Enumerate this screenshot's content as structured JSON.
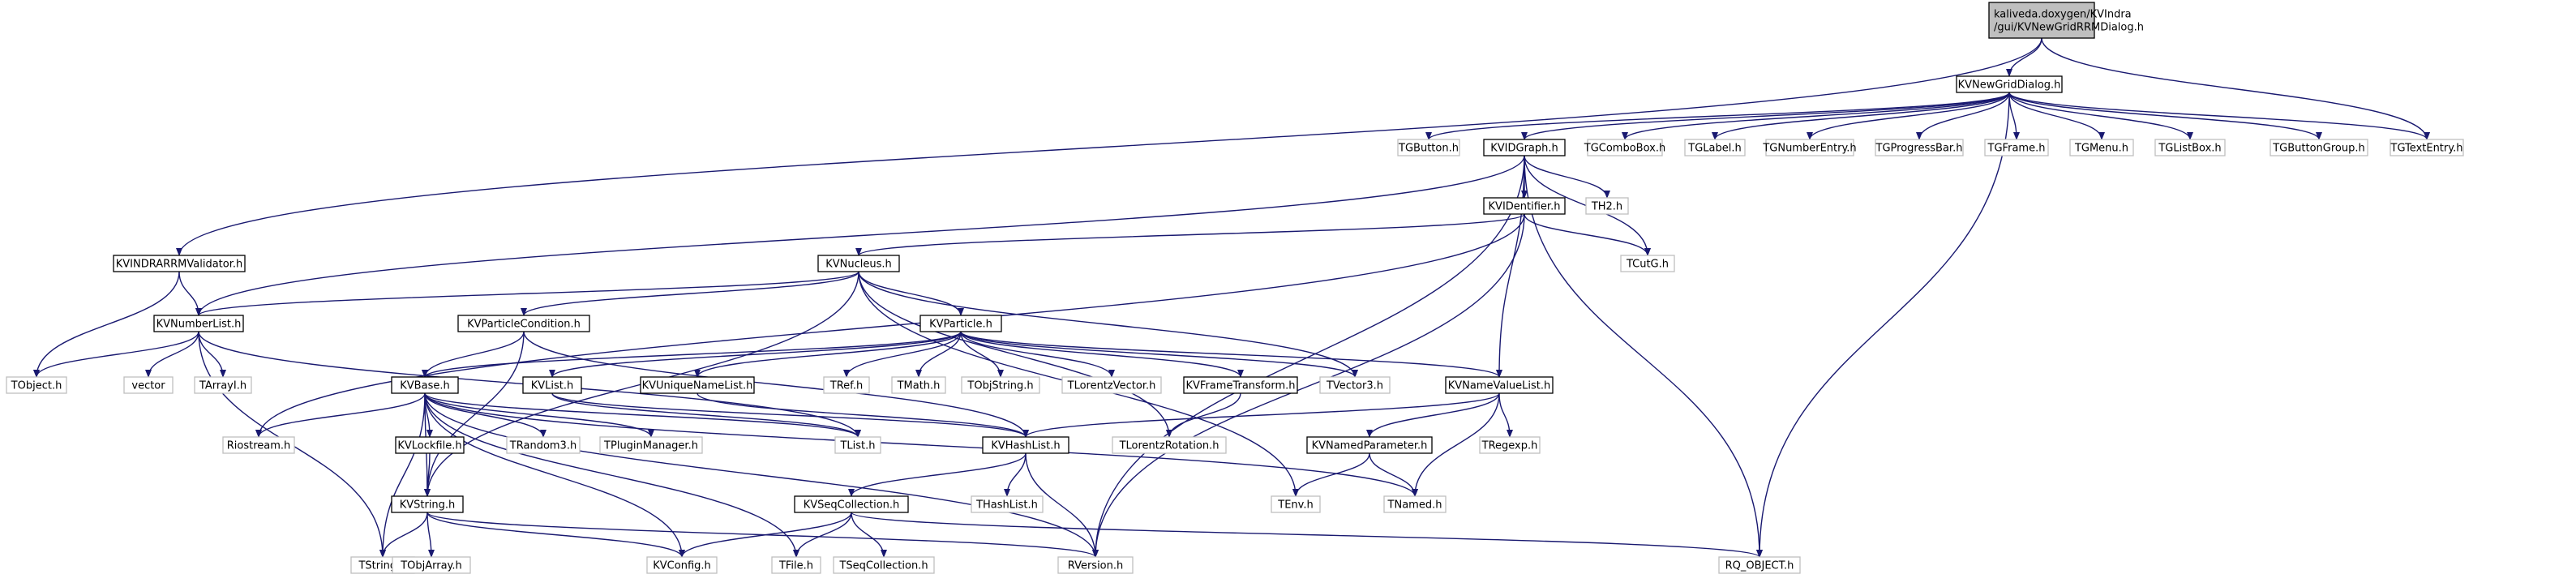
{
  "colors": {
    "edge": "#191970",
    "local_border": "#000000",
    "system_border": "#bfbfbf",
    "root_fill": "#bfbfbf",
    "background": "#ffffff"
  },
  "nodes": {
    "root": {
      "label": "kaliveda.doxygen/KVIndra\n/gui/KVNewGridRRMDialog.h",
      "kind": "root"
    },
    "newgrid": {
      "label": "KVNewGridDialog.h",
      "kind": "local"
    },
    "tgtextentry": {
      "label": "TGTextEntry.h",
      "kind": "sys"
    },
    "tgbutton": {
      "label": "TGButton.h",
      "kind": "sys"
    },
    "kvidgraph": {
      "label": "KVIDGraph.h",
      "kind": "local"
    },
    "tgcombobox": {
      "label": "TGComboBox.h",
      "kind": "sys"
    },
    "tglabel": {
      "label": "TGLabel.h",
      "kind": "sys"
    },
    "tgnumberentry": {
      "label": "TGNumberEntry.h",
      "kind": "sys"
    },
    "tgprogressbar": {
      "label": "TGProgressBar.h",
      "kind": "sys"
    },
    "tgframe": {
      "label": "TGFrame.h",
      "kind": "sys"
    },
    "tgmenu": {
      "label": "TGMenu.h",
      "kind": "sys"
    },
    "tglistbox": {
      "label": "TGListBox.h",
      "kind": "sys"
    },
    "tgbuttongroup": {
      "label": "TGButtonGroup.h",
      "kind": "sys"
    },
    "kvidentifier": {
      "label": "KVIDentifier.h",
      "kind": "local"
    },
    "th2": {
      "label": "TH2.h",
      "kind": "sys"
    },
    "kvindrarrm": {
      "label": "KVINDRARRMValidator.h",
      "kind": "local"
    },
    "kvnucleus": {
      "label": "KVNucleus.h",
      "kind": "local"
    },
    "tcutg": {
      "label": "TCutG.h",
      "kind": "sys"
    },
    "kvnumberlist": {
      "label": "KVNumberList.h",
      "kind": "local"
    },
    "kvparticlecondition": {
      "label": "KVParticleCondition.h",
      "kind": "local"
    },
    "kvparticle": {
      "label": "KVParticle.h",
      "kind": "local"
    },
    "tobject": {
      "label": "TObject.h",
      "kind": "sys"
    },
    "vector": {
      "label": "vector",
      "kind": "sys"
    },
    "tarrayi": {
      "label": "TArrayI.h",
      "kind": "sys"
    },
    "kvbase": {
      "label": "KVBase.h",
      "kind": "local"
    },
    "kvlist": {
      "label": "KVList.h",
      "kind": "local"
    },
    "kvuniquename": {
      "label": "KVUniqueNameList.h",
      "kind": "local"
    },
    "tref": {
      "label": "TRef.h",
      "kind": "sys"
    },
    "tmath": {
      "label": "TMath.h",
      "kind": "sys"
    },
    "tobjstring": {
      "label": "TObjString.h",
      "kind": "sys"
    },
    "tlorentzvector": {
      "label": "TLorentzVector.h",
      "kind": "sys"
    },
    "kvframetransform": {
      "label": "KVFrameTransform.h",
      "kind": "local"
    },
    "tvector3": {
      "label": "TVector3.h",
      "kind": "sys"
    },
    "kvnamevaluelist": {
      "label": "KVNameValueList.h",
      "kind": "local"
    },
    "riostream": {
      "label": "Riostream.h",
      "kind": "sys"
    },
    "kvlockfile": {
      "label": "KVLockfile.h",
      "kind": "local"
    },
    "trandom3": {
      "label": "TRandom3.h",
      "kind": "sys"
    },
    "tpluginmanager": {
      "label": "TPluginManager.h",
      "kind": "sys"
    },
    "tlist": {
      "label": "TList.h",
      "kind": "sys"
    },
    "kvhashlist": {
      "label": "KVHashList.h",
      "kind": "local"
    },
    "tlorentzrotation": {
      "label": "TLorentzRotation.h",
      "kind": "sys"
    },
    "kvnamedparameter": {
      "label": "KVNamedParameter.h",
      "kind": "local"
    },
    "tregexp": {
      "label": "TRegexp.h",
      "kind": "sys"
    },
    "kvstring": {
      "label": "KVString.h",
      "kind": "local"
    },
    "thashlist": {
      "label": "THashList.h",
      "kind": "sys"
    },
    "kvseqcollection": {
      "label": "KVSeqCollection.h",
      "kind": "local"
    },
    "tenv": {
      "label": "TEnv.h",
      "kind": "sys"
    },
    "tnamed": {
      "label": "TNamed.h",
      "kind": "sys"
    },
    "tstring": {
      "label": "TString.h",
      "kind": "sys"
    },
    "tobjarray": {
      "label": "TObjArray.h",
      "kind": "sys"
    },
    "kvconfig": {
      "label": "KVConfig.h",
      "kind": "sys"
    },
    "tfile": {
      "label": "TFile.h",
      "kind": "sys"
    },
    "tseqcollection": {
      "label": "TSeqCollection.h",
      "kind": "sys"
    },
    "rversion": {
      "label": "RVersion.h",
      "kind": "sys"
    },
    "rqobject": {
      "label": "RQ_OBJECT.h",
      "kind": "sys"
    }
  },
  "edges": [
    [
      "root",
      "newgrid"
    ],
    [
      "root",
      "tgtextentry"
    ],
    [
      "root",
      "kvindrarrm"
    ],
    [
      "newgrid",
      "tgbutton"
    ],
    [
      "newgrid",
      "kvidgraph"
    ],
    [
      "newgrid",
      "tgcombobox"
    ],
    [
      "newgrid",
      "tglabel"
    ],
    [
      "newgrid",
      "tgnumberentry"
    ],
    [
      "newgrid",
      "tgprogressbar"
    ],
    [
      "newgrid",
      "tgframe"
    ],
    [
      "newgrid",
      "tgmenu"
    ],
    [
      "newgrid",
      "tglistbox"
    ],
    [
      "newgrid",
      "tgbuttongroup"
    ],
    [
      "newgrid",
      "tgtextentry"
    ],
    [
      "newgrid",
      "rqobject"
    ],
    [
      "kvidgraph",
      "kvidentifier"
    ],
    [
      "kvidgraph",
      "th2"
    ],
    [
      "kvidgraph",
      "tcutg"
    ],
    [
      "kvidgraph",
      "kvnumberlist"
    ],
    [
      "kvidgraph",
      "kvnamevaluelist"
    ],
    [
      "kvidgraph",
      "rqobject"
    ],
    [
      "kvidgraph",
      "rversion"
    ],
    [
      "kvidentifier",
      "kvnucleus"
    ],
    [
      "kvidentifier",
      "tcutg"
    ],
    [
      "kvidentifier",
      "rversion"
    ],
    [
      "kvidentifier",
      "riostream"
    ],
    [
      "kvindrarrm",
      "kvnumberlist"
    ],
    [
      "kvindrarrm",
      "tobject"
    ],
    [
      "kvnucleus",
      "kvnumberlist"
    ],
    [
      "kvnucleus",
      "kvparticlecondition"
    ],
    [
      "kvnucleus",
      "kvparticle"
    ],
    [
      "kvnucleus",
      "tvector3"
    ],
    [
      "kvnucleus",
      "kvstring"
    ],
    [
      "kvnucleus",
      "tlorentzrotation"
    ],
    [
      "kvnucleus",
      "tenv"
    ],
    [
      "kvnumberlist",
      "tobject"
    ],
    [
      "kvnumberlist",
      "vector"
    ],
    [
      "kvnumberlist",
      "tarrayi"
    ],
    [
      "kvnumberlist",
      "tstring"
    ],
    [
      "kvnumberlist",
      "tlist"
    ],
    [
      "kvparticlecondition",
      "kvbase"
    ],
    [
      "kvparticlecondition",
      "kvstring"
    ],
    [
      "kvparticlecondition",
      "kvhashlist"
    ],
    [
      "kvparticle",
      "kvbase"
    ],
    [
      "kvparticle",
      "kvlist"
    ],
    [
      "kvparticle",
      "kvuniquename"
    ],
    [
      "kvparticle",
      "tref"
    ],
    [
      "kvparticle",
      "tmath"
    ],
    [
      "kvparticle",
      "tobjstring"
    ],
    [
      "kvparticle",
      "tlorentzvector"
    ],
    [
      "kvparticle",
      "kvframetransform"
    ],
    [
      "kvparticle",
      "tvector3"
    ],
    [
      "kvparticle",
      "kvnamevaluelist"
    ],
    [
      "kvbase",
      "riostream"
    ],
    [
      "kvbase",
      "kvlockfile"
    ],
    [
      "kvbase",
      "trandom3"
    ],
    [
      "kvbase",
      "tpluginmanager"
    ],
    [
      "kvbase",
      "tlist"
    ],
    [
      "kvbase",
      "tstring"
    ],
    [
      "kvbase",
      "kvstring"
    ],
    [
      "kvbase",
      "kvconfig"
    ],
    [
      "kvbase",
      "tfile"
    ],
    [
      "kvbase",
      "rversion"
    ],
    [
      "kvbase",
      "tnamed"
    ],
    [
      "kvlist",
      "kvhashlist"
    ],
    [
      "kvlist",
      "tlist"
    ],
    [
      "kvuniquename",
      "kvhashlist"
    ],
    [
      "kvframetransform",
      "tlorentzrotation"
    ],
    [
      "kvnamevaluelist",
      "kvhashlist"
    ],
    [
      "kvnamevaluelist",
      "kvnamedparameter"
    ],
    [
      "kvnamevaluelist",
      "tregexp"
    ],
    [
      "kvnamevaluelist",
      "tnamed"
    ],
    [
      "kvnamedparameter",
      "tenv"
    ],
    [
      "kvnamedparameter",
      "tnamed"
    ],
    [
      "kvlockfile",
      "kvstring"
    ],
    [
      "kvhashlist",
      "kvseqcollection"
    ],
    [
      "kvhashlist",
      "thashlist"
    ],
    [
      "kvhashlist",
      "rversion"
    ],
    [
      "kvseqcollection",
      "kvconfig"
    ],
    [
      "kvseqcollection",
      "tfile"
    ],
    [
      "kvseqcollection",
      "tseqcollection"
    ],
    [
      "kvseqcollection",
      "rqobject"
    ],
    [
      "kvstring",
      "tstring"
    ],
    [
      "kvstring",
      "tobjarray"
    ],
    [
      "kvstring",
      "kvconfig"
    ],
    [
      "kvstring",
      "rversion"
    ]
  ]
}
